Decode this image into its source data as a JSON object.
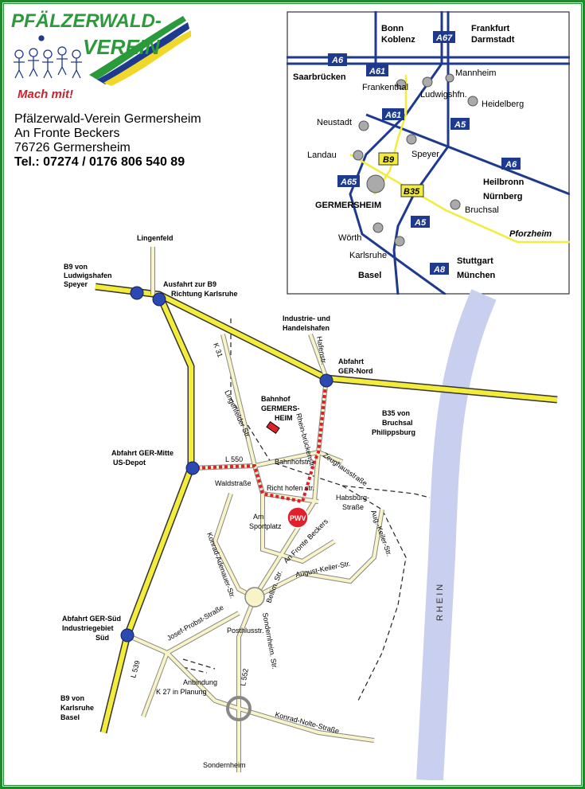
{
  "colors": {
    "border": "#1e8a2c",
    "road_yellow": "#f3ec3a",
    "autobahn_blue": "#1d3a8f",
    "river": "#c9cfee",
    "route_red": "#e0202a",
    "logo_green": "#2a9a3a",
    "logo_red": "#c8242e"
  },
  "logo": {
    "title_line1": "PFÄLZERWALD-",
    "title_line2": "VEREIN",
    "slogan": "Mach mit!"
  },
  "address": {
    "org": "Pfälzerwald-Verein Germersheim",
    "street": "An Fronte Beckers",
    "city": "76726 Germersheim",
    "phone": "Tel.: 07274 / 0176 806 540 89"
  },
  "inset": {
    "top_labels": {
      "bonn": "Bonn",
      "koblenz": "Koblenz",
      "frankfurt": "Frankfurt",
      "darmstadt": "Darmstadt"
    },
    "cities": {
      "saarbruecken": "Saarbrücken",
      "frankenthal": "Frankenthal",
      "mannheim": "Mannheim",
      "ludwigshfn": "Ludwigshfn.",
      "heidelberg": "Heidelberg",
      "neustadt": "Neustadt",
      "speyer": "Speyer",
      "landau": "Landau",
      "germersheim": "GERMERSHEIM",
      "heilbronn": "Heilbronn",
      "nuernberg": "Nürnberg",
      "bruchsal": "Bruchsal",
      "woerth": "Wörth",
      "karlsruhe": "Karlsruhe",
      "pforzheim": "Pforzheim",
      "basel": "Basel",
      "stuttgart": "Stuttgart",
      "muenchen": "München"
    },
    "shields": {
      "a6_left": "A6",
      "a61_top": "A61",
      "a67": "A67",
      "a61_mid": "A61",
      "a5_top": "A5",
      "a6_right": "A6",
      "a65": "A65",
      "a5_bottom": "A5",
      "a8": "A8",
      "b9": "B9",
      "b35": "B35"
    }
  },
  "map": {
    "lingenfeld": "Lingenfeld",
    "b9_from_line1": "B9 von",
    "b9_from_line2": "Ludwigshafen",
    "b9_from_line3": "Speyer",
    "ausfahrt_b9_line1": "Ausfahrt zur B9",
    "ausfahrt_b9_line2": "Richtung Karlsruhe",
    "industrie_line1": "Industrie- und",
    "industrie_line2": "Handelshafen",
    "k31": "K 31",
    "hafenstr": "Hafenstr.",
    "abfahrt_nord_line1": "Abfahrt",
    "abfahrt_nord_line2": "GER-Nord",
    "bahnhof_line1": "Bahnhof",
    "bahnhof_line2": "GERMERS-",
    "bahnhof_line3": "HEIM",
    "lingenfelder_str": "Lingenfelder Str.",
    "rheinbrueckenstr": "Rhein-brückenstr.",
    "b35_line1": "B35 von",
    "b35_line2": "Bruchsal",
    "b35_line3": "Philippsburg",
    "abfahrt_mitte_line1": "Abfahrt GER-Mitte",
    "abfahrt_mitte_line2": "US-Depot",
    "l550": "L 550",
    "bahnhofstr": "Bahnhofstr.",
    "zeughausstr": "Zeughausstraße",
    "waldstrasse": "Waldstraße",
    "richthofenstr": "Richt hofen str.",
    "habsburg_line1": "Habsburg-",
    "habsburg_line2": "Straße",
    "pwv": "PWV",
    "am_sportplatz_line1": "Am",
    "am_sportplatz_line2": "Sportplatz",
    "an_fronte_beckers": "An Fronte Beckers",
    "aug_keiler_str": "Aug.-Keiler-Str.",
    "konrad_adenauer": "Konrad-Adenauer-Str.",
    "august_keiler_strasse": "August-Keiler-Str.",
    "bellim_str": "Bellim. Str.",
    "rhein": "RHEIN",
    "abfahrt_sued_line1": "Abfahrt GER-Süd",
    "abfahrt_sued_line2": "Industriegebiet",
    "abfahrt_sued_line3": "Süd",
    "josef_probst": "Josef-Probst-Straße",
    "posthlusstr": "Posthlusstr.",
    "sondernheim_str": "Sondernheim. Str.",
    "l539": "L 539",
    "anbindung_line1": "Anbindung",
    "anbindung_line2": "K 27 in Planung",
    "l552": "L 552",
    "b9_karlsruhe_line1": "B9 von",
    "b9_karlsruhe_line2": "Karlsruhe",
    "b9_karlsruhe_line3": "Basel",
    "konrad_nolte": "Konrad-Nolte-Straße",
    "sondernheim": "Sondernheim"
  }
}
